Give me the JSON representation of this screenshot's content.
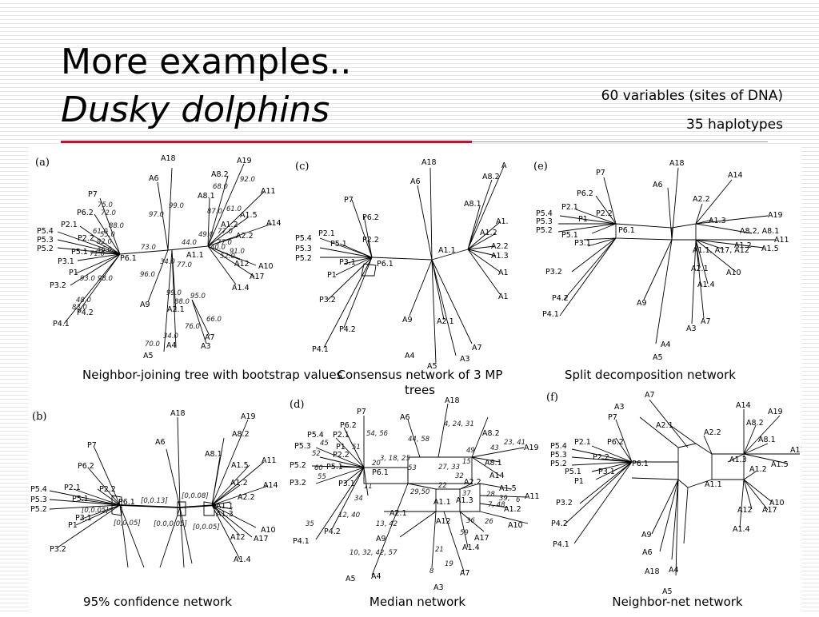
{
  "slide": {
    "title": "More examples..",
    "subtitle": "Dusky dolphins",
    "meta": [
      "60 variables (sites of DNA)",
      "35 haplotypes"
    ]
  },
  "panels": {
    "a": {
      "tag": "(a)",
      "caption": "Neighbor-joining tree with bootstrap values"
    },
    "b": {
      "tag": "(b)",
      "caption": "95% confidence network"
    },
    "c": {
      "tag": "(c)",
      "caption": "Consensus network of 3 MP trees"
    },
    "d": {
      "tag": "(d)",
      "caption": "Median network"
    },
    "e": {
      "tag": "(e)",
      "caption": "Split decomposition network"
    },
    "f": {
      "tag": "(f)",
      "caption": "Neighbor-net network"
    }
  }
}
